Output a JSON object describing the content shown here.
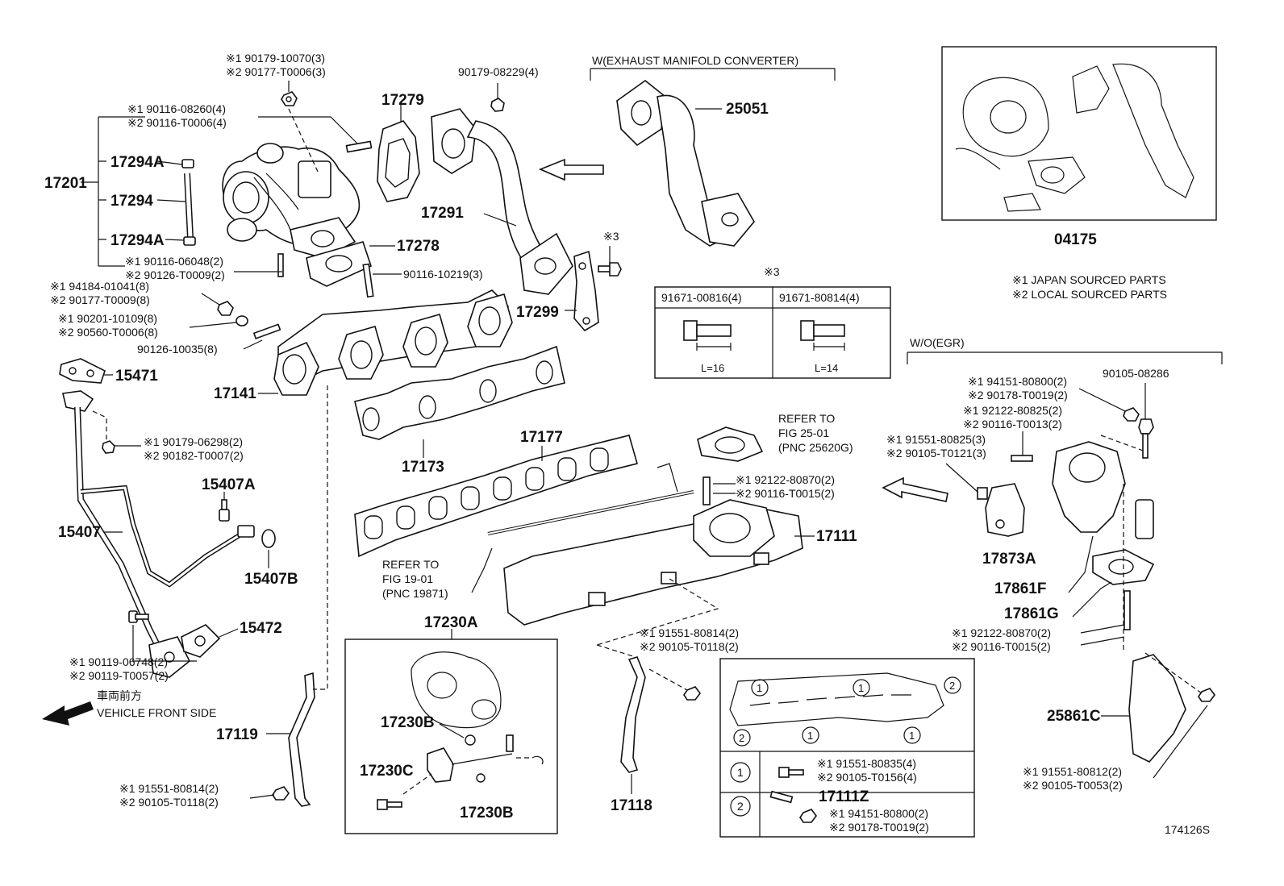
{
  "labels": {
    "n17201": "17201",
    "n17294A_top": "17294A",
    "n17294": "17294",
    "n17294A_bot": "17294A",
    "nut_top_1": "※1 90179-10070(3)",
    "nut_top_2": "※2 90177-T0006(3)",
    "stud_1": "※1 90116-08260(4)",
    "stud_2": "※2 90116-T0006(4)",
    "n17279": "17279",
    "nut_17291": "90179-08229(4)",
    "n17291": "17291",
    "wexh": "W(EXHAUST MANIFOLD CONVERTER)",
    "n25051": "25051",
    "n04175": "04175",
    "n17278": "17278",
    "stud_b1": "※1 90116-06048(2)",
    "stud_b2": "※2 90126-T0009(2)",
    "n90116_10219": "90116-10219(3)",
    "star3a": "※3",
    "n17299": "17299",
    "star3b": "※3",
    "bolt_a": "91671-00816(4)",
    "bolt_b": "91671-80814(4)",
    "len_a": "L=16",
    "len_b": "L=14",
    "note1": "※1 JAPAN SOURCED PARTS",
    "note2": "※2 LOCAL SOURCED PARTS",
    "nut_m1": "※1 94184-01041(8)",
    "nut_m2": "※2 90177-T0009(8)",
    "wash_1": "※1 90201-10109(8)",
    "wash_2": "※2 90560-T0006(8)",
    "stud_m": "90126-10035(8)",
    "n15471": "15471",
    "n17141": "17141",
    "wo_egr": "W/O(EGR)",
    "egr_a1": "※1 94151-80800(2)",
    "egr_a2": "※2 90178-T0019(2)",
    "egr_plug": "90105-08286",
    "egr_b1": "※1 92122-80825(2)",
    "egr_b2": "※2 90116-T0013(2)",
    "egr_c1": "※1 91551-80825(3)",
    "egr_c2": "※2 90105-T0121(3)",
    "nut_p1": "※1 90179-06298(2)",
    "nut_p2": "※2 90182-T0007(2)",
    "n17173": "17173",
    "n17177": "17177",
    "refer25_1": "REFER TO",
    "refer25_2": "FIG 25-01",
    "refer25_3": "(PNC 25620G)",
    "stud_im1": "※1 92122-80870(2)",
    "stud_im2": "※2 90116-T0015(2)",
    "n15407A": "15407A",
    "n15407": "15407",
    "n15407B": "15407B",
    "n17111": "17111",
    "refer19_1": "REFER TO",
    "refer19_2": "FIG 19-01",
    "refer19_3": "(PNC 19871)",
    "n17873A": "17873A",
    "n17861F": "17861F",
    "n17861G": "17861G",
    "n15472": "15472",
    "n17230A": "17230A",
    "bolt_v1": "※1 90119-06748(2)",
    "bolt_v2": "※2 90119-T0057(2)",
    "bolt_d1": "※1 91551-80814(2)",
    "bolt_d2": "※2 90105-T0118(2)",
    "stud_e1": "※1 92122-80870(2)",
    "stud_e2": "※2 90116-T0015(2)",
    "front_jp": "車両前方",
    "front_en": "VEHICLE FRONT SIDE",
    "n17230B_top": "17230B",
    "n25861C": "25861C",
    "n17119": "17119",
    "n17230C": "17230C",
    "bolt_f1": "※1 91551-80814(2)",
    "bolt_f2": "※2 90105-T0118(2)",
    "n17230B_bot": "17230B",
    "n17118": "17118",
    "bolt_g1": "※1 91551-80812(2)",
    "bolt_g2": "※2 90105-T0053(2)",
    "circ1": "1",
    "circ2": "2",
    "row1_1": "※1 91551-80835(4)",
    "row1_2": "※2 90105-T0156(4)",
    "n17111Z": "17111Z",
    "row2_1": "※1 94151-80800(2)",
    "row2_2": "※2 90178-T0019(2)",
    "figno": "174126S"
  }
}
